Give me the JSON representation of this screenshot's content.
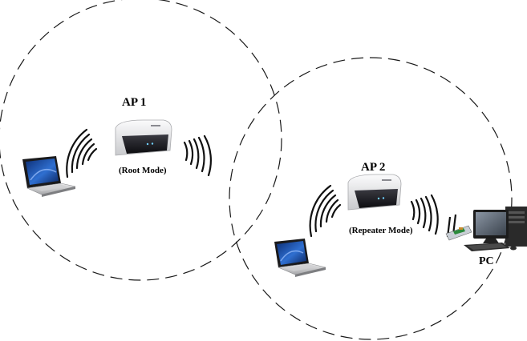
{
  "access_points": [
    {
      "title": "AP 1",
      "mode": "(Root Mode)"
    },
    {
      "title": "AP 2",
      "mode": "(Repeater Mode)"
    }
  ],
  "pc": {
    "label": "PC"
  },
  "colors": {
    "coverage_circle": "#1a1a1a",
    "router_body": "#e8e8ea",
    "router_front": "#1c1c22",
    "signal_waves": "#111111",
    "laptop_screen": "#1c4ea3",
    "pc_screen": "#5a6470",
    "pc_tower": "#2a2a2a"
  }
}
